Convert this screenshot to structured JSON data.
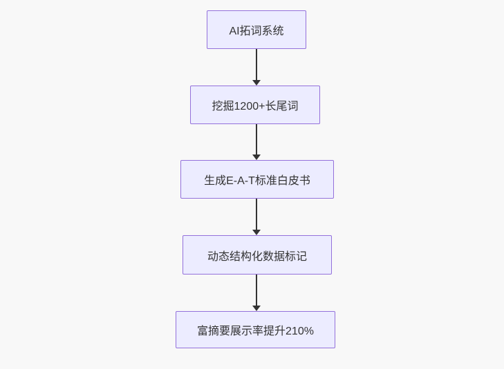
{
  "flowchart": {
    "type": "flowchart",
    "direction": "top-down",
    "nodes": [
      {
        "label": "AI拓词系统"
      },
      {
        "label": "挖掘1200+长尾词"
      },
      {
        "label": "生成E-A-T标准白皮书"
      },
      {
        "label": "动态结构化数据标记"
      },
      {
        "label": "富摘要展示率提升210%"
      }
    ],
    "edges": [
      {
        "from": 0,
        "to": 1
      },
      {
        "from": 1,
        "to": 2
      },
      {
        "from": 2,
        "to": 3
      },
      {
        "from": 3,
        "to": 4
      }
    ],
    "colors": {
      "node_fill": "#ECECFF",
      "node_border": "#9370DB",
      "node_text": "#333333",
      "arrow": "#333333",
      "background": "#F8F8F8"
    }
  }
}
